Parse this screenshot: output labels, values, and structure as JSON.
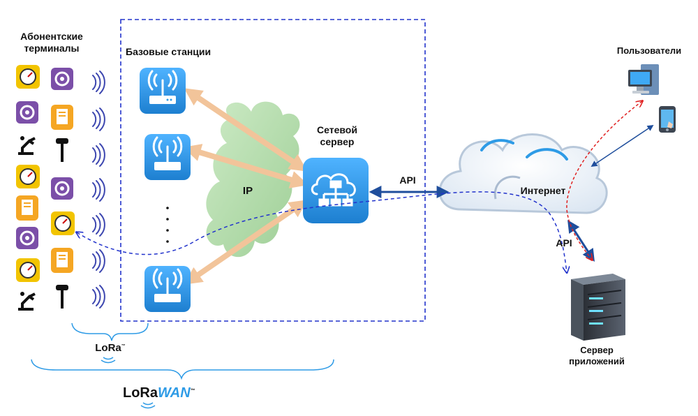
{
  "labels": {
    "terminals": "Абонентские терминалы",
    "base_stations": "Базовые станции",
    "network_server": "Сетевой сервер",
    "ip": "IP",
    "api_top": "API",
    "api_bottom": "API",
    "internet": "Интернет",
    "users": "Пользователи",
    "app_server": "Сервер приложений",
    "lora": "LoRa",
    "lorawan_prefix": "LoRa",
    "lorawan_suffix": "WAN",
    "lorawan_tm": "™",
    "lora_tm": "™"
  },
  "colors": {
    "station_blue": "#2e9be6",
    "link_orange": "#f2c49a",
    "cloud_green": "#a8d5a0",
    "api_arrow": "#1f4e9c",
    "dashed_blue": "#2233cc",
    "dashed_red": "#e02020",
    "meter_yellow": "#f2c400",
    "tracker_purple": "#7b4fa8",
    "module_orange": "#f5a623"
  },
  "icons": {
    "base_station": "antenna-router-icon",
    "network_server": "network-topology-icon",
    "internet": "cloud-icon",
    "desktop": "desktop-computer-icon",
    "phone": "smartphone-icon",
    "app_server": "server-rack-icon",
    "signal": "radio-waves-icon"
  }
}
